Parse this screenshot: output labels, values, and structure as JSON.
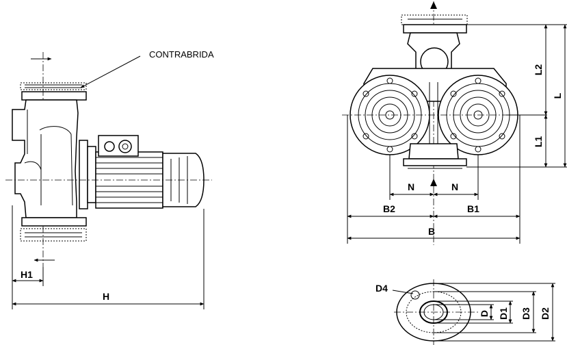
{
  "callout": {
    "contrabrida": "CONTRABRIDA"
  },
  "side_view": {
    "h1": "H1",
    "h": "H"
  },
  "front_view": {
    "l": "L",
    "l1": "L1",
    "l2": "L2",
    "n_left": "N",
    "n_right": "N",
    "b1": "B1",
    "b2": "B2",
    "b": "B"
  },
  "flange_view": {
    "d4": "D4",
    "d": "D",
    "d1": "D1",
    "d3": "D3",
    "d2": "D2"
  }
}
